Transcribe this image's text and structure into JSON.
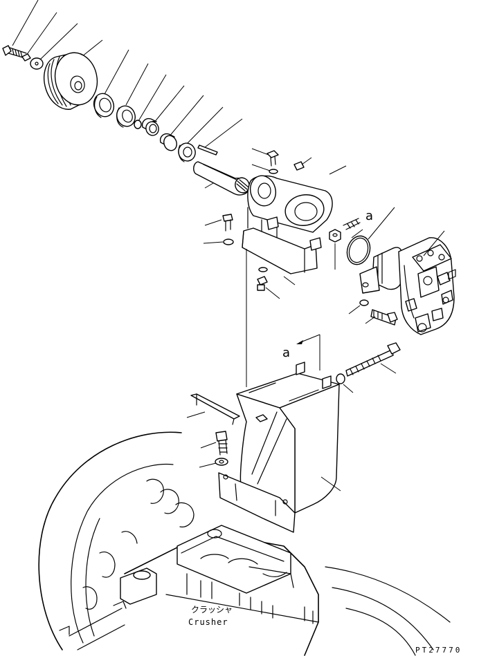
{
  "diagram": {
    "reference_label_top": "a",
    "reference_label_bottom": "a",
    "crusher_label_jp": "クラッシャ",
    "crusher_label_en": "Crusher",
    "drawing_code": "PT27770"
  }
}
